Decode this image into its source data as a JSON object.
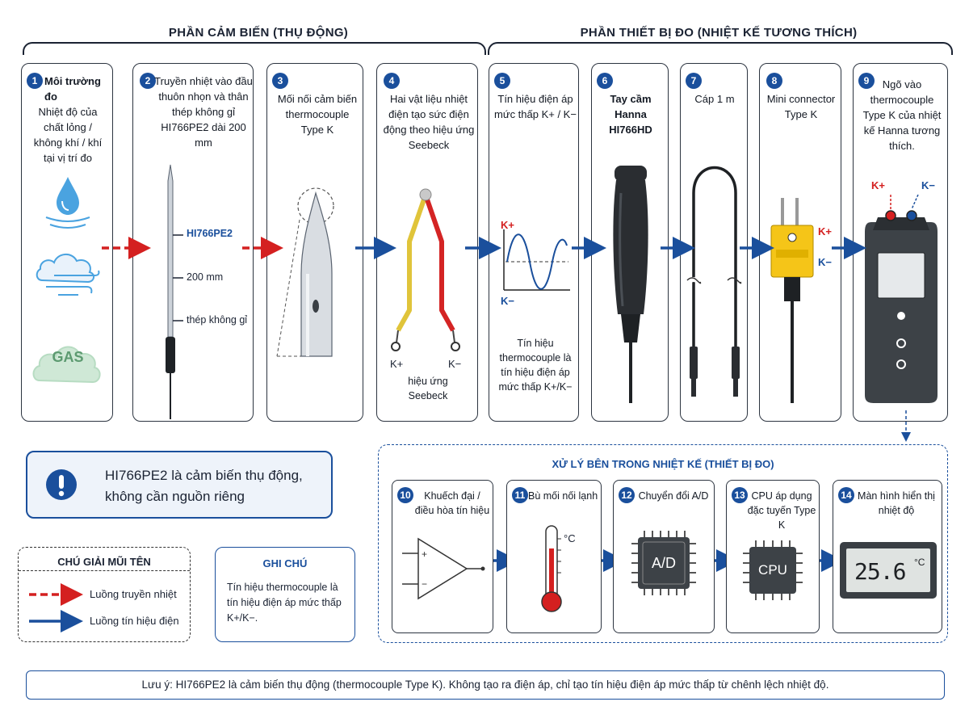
{
  "header": {
    "sensor_section": "PHẦN CẢM BIẾN (THỤ ĐỘNG)",
    "device_section": "PHẦN THIẾT BỊ ĐO (NHIỆT KẾ TƯƠNG THÍCH)"
  },
  "steps": [
    {
      "num": "1",
      "title": "Môi trường đo",
      "desc": "Nhiệt độ của chất lỏng / không khí / khí tại vị trí đo",
      "gas_label": "GAS"
    },
    {
      "num": "2",
      "title": "Truyền nhiệt vào đầu thuôn nhọn và thân thép không gỉ HI766PE2 dài 200 mm",
      "labels": [
        "HI766PE2",
        "200 mm",
        "thép không gỉ"
      ]
    },
    {
      "num": "3",
      "title": "Mối nối cảm biến thermocouple Type K"
    },
    {
      "num": "4",
      "title": "Hai vật liệu nhiệt điện tạo sức điện động theo hiệu ứng Seebeck",
      "k_plus": "K+",
      "k_minus": "K−",
      "caption": "hiệu ứng Seebeck"
    },
    {
      "num": "5",
      "title": "Tín hiệu điện áp mức thấp K+ / K−",
      "k_plus": "K+",
      "k_minus": "K−",
      "caption": "Tín hiệu thermocouple là tín hiệu điện áp mức thấp K+/K−"
    },
    {
      "num": "6",
      "title": "Tay cầm Hanna HI766HD"
    },
    {
      "num": "7",
      "title": "Cáp 1 m"
    },
    {
      "num": "8",
      "title": "Mini connector Type K",
      "k_plus": "K+",
      "k_minus": "K−"
    },
    {
      "num": "9",
      "title": "Ngõ vào thermocouple Type K của nhiệt kế Hanna tương thích.",
      "k_plus": "K+",
      "k_minus": "K−"
    }
  ],
  "passive_note": "HI766PE2 là cảm biến thụ động, không cần nguồn riêng",
  "legend": {
    "title": "CHÚ GIẢI MŨI TÊN",
    "heat": "Luồng truyền nhiệt",
    "signal": "Luồng tín hiệu điện"
  },
  "ghi_chu": {
    "title": "GHI CHÚ",
    "text": "Tín hiệu thermocouple là tín hiệu điện áp mức thấp K+/K−."
  },
  "processing": {
    "title": "XỬ LÝ BÊN TRONG NHIỆT KẾ (THIẾT BỊ ĐO)",
    "steps": [
      {
        "num": "10",
        "title": "Khuếch đại / điều hòa tín hiệu"
      },
      {
        "num": "11",
        "title": "Bù mối nối lạnh",
        "unit": "°C"
      },
      {
        "num": "12",
        "title": "Chuyển đổi A/D",
        "chip": "A/D"
      },
      {
        "num": "13",
        "title": "CPU áp dụng đặc tuyến Type K",
        "chip": "CPU"
      },
      {
        "num": "14",
        "title": "Màn hình hiển thị nhiệt độ",
        "reading": "25.6",
        "unit": "°C"
      }
    ]
  },
  "footer": "Lưu ý: HI766PE2 là cảm biến thụ động (thermocouple Type K). Không tạo ra điện áp, chỉ tạo tín hiệu điện áp mức thấp từ chênh lệch nhiệt độ.",
  "colors": {
    "heat_arrow": "#d42020",
    "signal_arrow": "#1a4f9c",
    "badge": "#1a4f9c"
  }
}
